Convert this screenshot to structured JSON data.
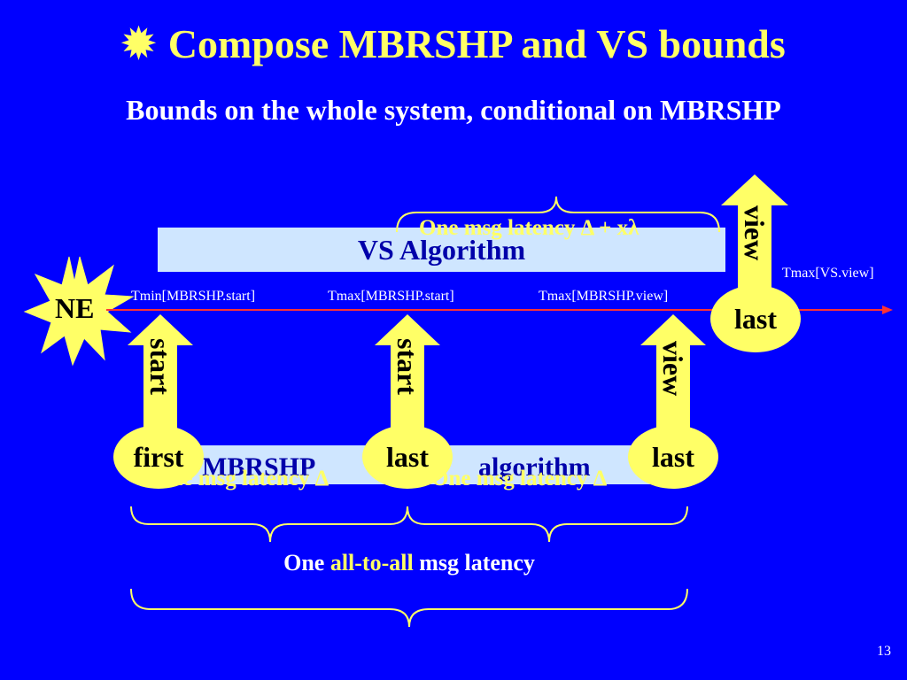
{
  "slide": {
    "title": "Compose MBRSHP and VS bounds",
    "subtitle": "Bounds on the whole system, conditional on MBRSHP",
    "page_number": "13"
  },
  "diagram": {
    "vs_box_label": "VS Algorithm",
    "mbrshp_box_label_1": "MBRSHP",
    "mbrshp_box_label_2": "algorithm",
    "ne_label": "NE",
    "timestamps": {
      "tmin_start": "Tmin[MBRSHP.start]",
      "tmax_start": "Tmax[MBRSHP.start]",
      "tmax_view": "Tmax[MBRSHP.view]",
      "tmax_vs_view": "Tmax[VS.view]"
    },
    "arrows": {
      "start1": "start",
      "start2": "start",
      "view1": "view",
      "view2": "view"
    },
    "ellipses": {
      "first": "first",
      "last1": "last",
      "last2": "last",
      "last_vs": "last"
    },
    "latencies": {
      "vs_latency": "One msg latency Δ + xλ",
      "mb_latency_1": "~One msg latency Δ",
      "mb_latency_2": "~One msg latency Δ"
    },
    "bottom_label_prefix": "One ",
    "bottom_label_highlight": "all-to-all",
    "bottom_label_suffix": " msg latency"
  },
  "colors": {
    "background": "#0000ff",
    "title": "#ffff66",
    "box_fill": "#cfe6ff",
    "timeline": "#ff3333",
    "shape_fill": "#ffff66"
  }
}
